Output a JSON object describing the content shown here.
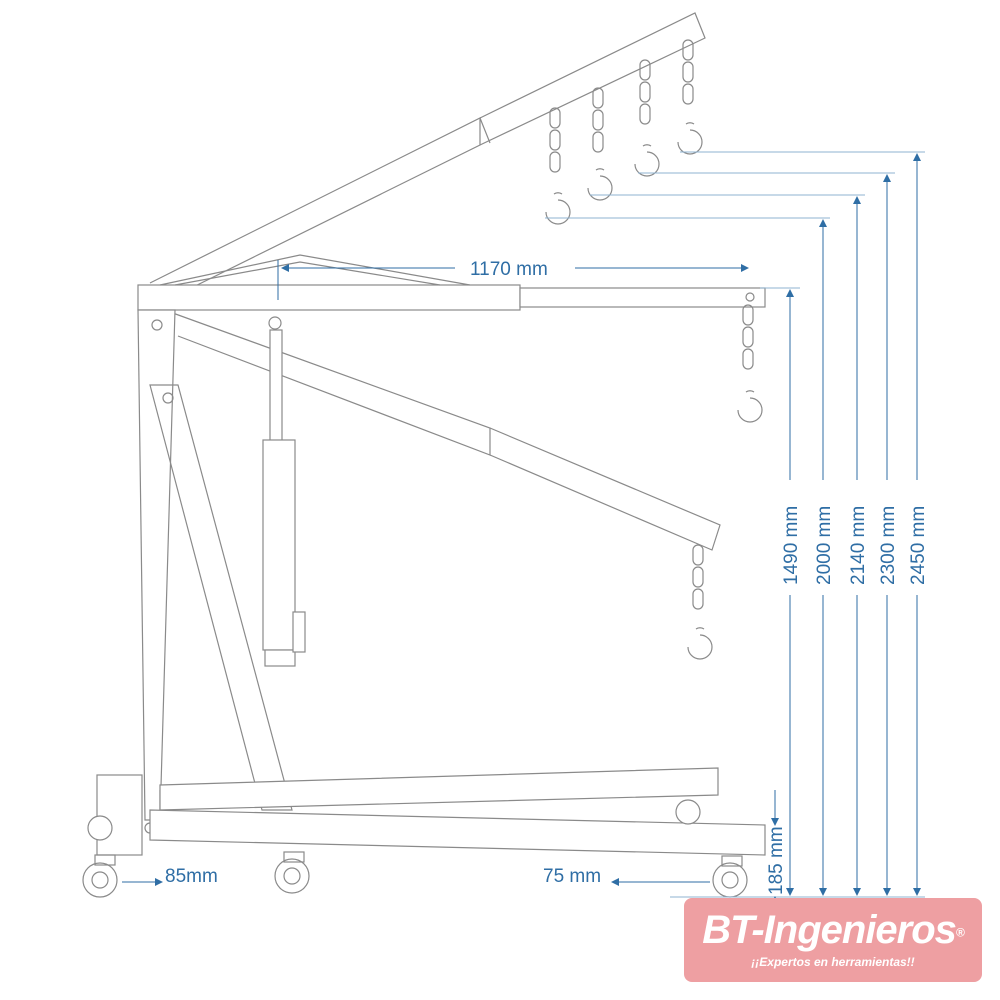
{
  "dimensions": {
    "boom_extension": "1170 mm",
    "height_1": "1490 mm",
    "height_2": "2000 mm",
    "height_3": "2140 mm",
    "height_4": "2300 mm",
    "height_5": "2450 mm",
    "rear_wheel_offset": "85mm",
    "front_wheel_offset": "75 mm",
    "leg_height": "185 mm"
  },
  "logo": {
    "name": "BT-Ingenieros",
    "registered": "®",
    "tagline": "¡¡Expertos en herramientas!!"
  },
  "colors": {
    "dimension": "#2f6ea5",
    "drawing": "#8a8a8a",
    "logo_bg": "#ee9fa2"
  }
}
